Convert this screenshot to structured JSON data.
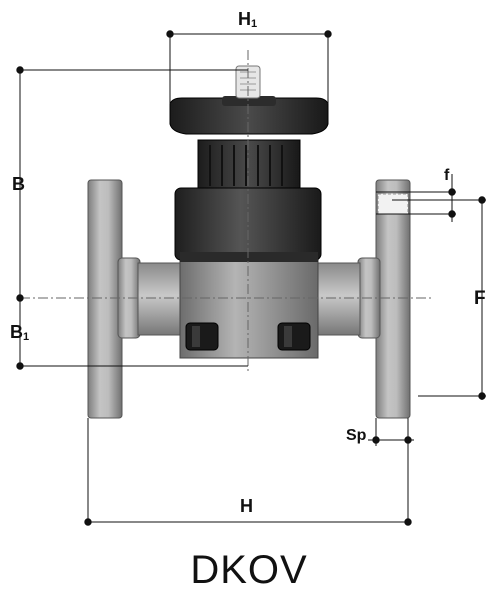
{
  "labels": {
    "H1": "H",
    "H1_sub": "1",
    "B": "B",
    "B1": "B",
    "B1_sub": "1",
    "f": "f",
    "F": "F",
    "Sp": "Sp",
    "H": "H"
  },
  "title": "DKOV"
}
